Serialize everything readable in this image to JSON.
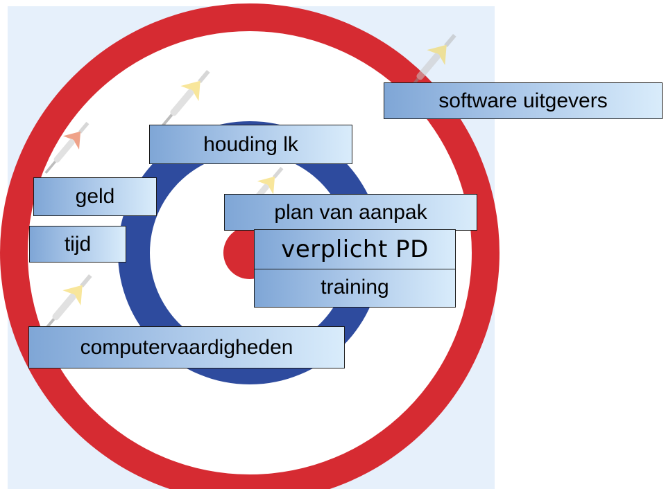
{
  "colors": {
    "background_panel": "#e6f0fb",
    "outer_ring": "#d62b32",
    "inner_ring": "#2e4b9e",
    "bullseye": "#d62b32",
    "white_ring": "#ffffff",
    "label_gradient_start": "#7fa6d6",
    "label_gradient_end": "#d9ecfb"
  },
  "icons": [
    "dart-icon"
  ],
  "labels": {
    "software_uitgevers": "software uitgevers",
    "houding_lk": "houding lk",
    "geld": "geld",
    "tijd": "tijd",
    "plan_van_aanpak": "plan van aanpak",
    "verplicht_pd": "verplicht PD",
    "training": "training",
    "computervaardigheden": "computervaardigheden"
  }
}
